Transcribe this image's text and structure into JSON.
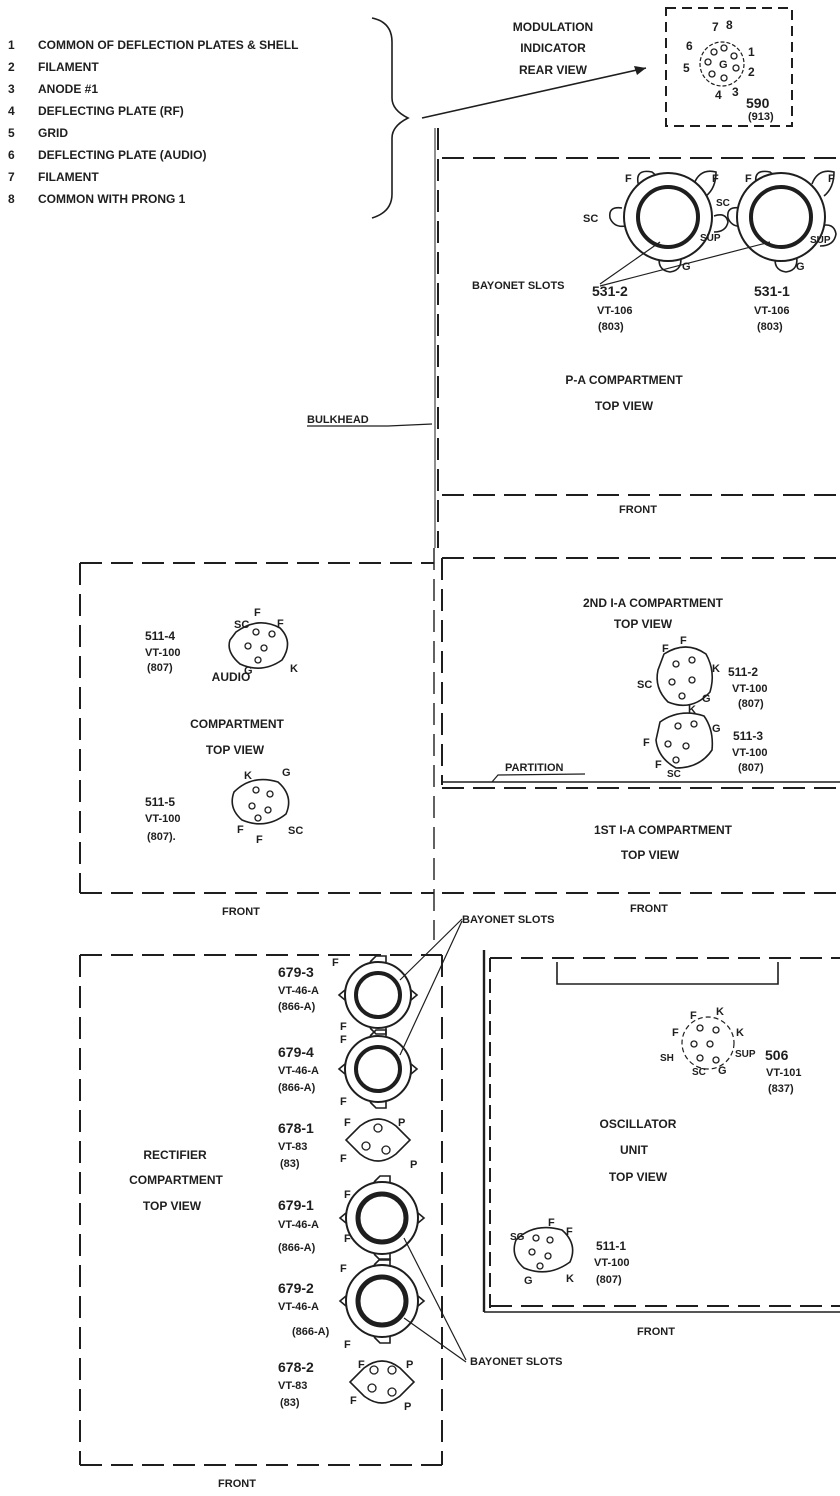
{
  "legend": [
    {
      "num": "1",
      "text": "COMMON OF DEFLECTION PLATES & SHELL"
    },
    {
      "num": "2",
      "text": "FILAMENT"
    },
    {
      "num": "3",
      "text": "ANODE #1"
    },
    {
      "num": "4",
      "text": "DEFLECTING PLATE (RF)"
    },
    {
      "num": "5",
      "text": "GRID"
    },
    {
      "num": "6",
      "text": "DEFLECTING PLATE (AUDIO)"
    },
    {
      "num": "7",
      "text": "FILAMENT"
    },
    {
      "num": "8",
      "text": "COMMON WITH PRONG 1"
    }
  ],
  "modulation": {
    "title1": "MODULATION",
    "title2": "INDICATOR",
    "title3": "REAR VIEW",
    "pins": [
      "7",
      "8",
      "6",
      "1",
      "5",
      "G",
      "2",
      "4",
      "3"
    ],
    "socket": "590",
    "tube": "(913)"
  },
  "pa": {
    "title": "P-A COMPARTMENT",
    "subtitle": "TOP VIEW",
    "front": "FRONT",
    "bulkhead": "BULKHEAD",
    "bayonet": "BAYONET SLOTS",
    "tubes": [
      {
        "socket": "531-2",
        "tube": "VT-106",
        "alt": "(803)",
        "pins": [
          "F",
          "F",
          "SC",
          "SUP",
          "G"
        ]
      },
      {
        "socket": "531-1",
        "tube": "VT-106",
        "alt": "(803)",
        "pins": [
          "F",
          "F",
          "SC",
          "SUP",
          "G"
        ]
      }
    ]
  },
  "audio": {
    "title": "AUDIO",
    "title2": "COMPARTMENT",
    "subtitle": "TOP VIEW",
    "front": "FRONT",
    "tubes": [
      {
        "socket": "511-4",
        "tube": "VT-100",
        "alt": "(807)",
        "pins": [
          "SC",
          "F",
          "F",
          "G",
          "K"
        ]
      },
      {
        "socket": "511-5",
        "tube": "VT-100",
        "alt": "(807).",
        "pins": [
          "K",
          "G",
          "F",
          "F",
          "SC"
        ]
      }
    ]
  },
  "ia2": {
    "title": "2ND I-A COMPARTMENT",
    "subtitle": "TOP VIEW",
    "partition": "PARTITION",
    "tubes": [
      {
        "socket": "511-2",
        "tube": "VT-100",
        "alt": "(807)",
        "pins": [
          "F",
          "F",
          "K",
          "SC",
          "G"
        ]
      },
      {
        "socket": "511-3",
        "tube": "VT-100",
        "alt": "(807)",
        "pins": [
          "K",
          "G",
          "F",
          "F",
          "SC"
        ]
      }
    ]
  },
  "ia1": {
    "title": "1ST I-A COMPARTMENT",
    "subtitle": "TOP VIEW",
    "front": "FRONT"
  },
  "rectifier": {
    "title": "RECTIFIER",
    "title2": "COMPARTMENT",
    "subtitle": "TOP VIEW",
    "front": "FRONT",
    "bayonet_top": "BAYONET SLOTS",
    "bayonet_bottom": "BAYONET SLOTS",
    "tubes": [
      {
        "socket": "679-3",
        "tube": "VT-46-A",
        "alt": "(866-A)",
        "pins": [
          "F",
          "F"
        ]
      },
      {
        "socket": "679-4",
        "tube": "VT-46-A",
        "alt": "(866-A)",
        "pins": [
          "F",
          "F"
        ]
      },
      {
        "socket": "678-1",
        "tube": "VT-83",
        "alt": "(83)",
        "pins": [
          "F",
          "P",
          "F",
          "P"
        ]
      },
      {
        "socket": "679-1",
        "tube": "VT-46-A",
        "alt": "(866-A)",
        "pins": [
          "F",
          "F"
        ]
      },
      {
        "socket": "679-2",
        "tube": "VT-46-A",
        "alt": "(866-A)",
        "pins": [
          "F",
          "F"
        ]
      },
      {
        "socket": "678-2",
        "tube": "VT-83",
        "alt": "(83)",
        "pins": [
          "F",
          "P",
          "F",
          "P"
        ]
      }
    ]
  },
  "oscillator": {
    "title": "OSCILLATOR",
    "title2": "UNIT",
    "subtitle": "TOP VIEW",
    "front": "FRONT",
    "tube506": {
      "socket": "506",
      "tube": "VT-101",
      "alt": "(837)",
      "pins": [
        "F",
        "K",
        "F",
        "K",
        "SUP",
        "SH",
        "SC",
        "G"
      ]
    },
    "tube511": {
      "socket": "511-1",
      "tube": "VT-100",
      "alt": "(807)",
      "pins": [
        "SG",
        "F",
        "F",
        "G",
        "K"
      ]
    }
  }
}
